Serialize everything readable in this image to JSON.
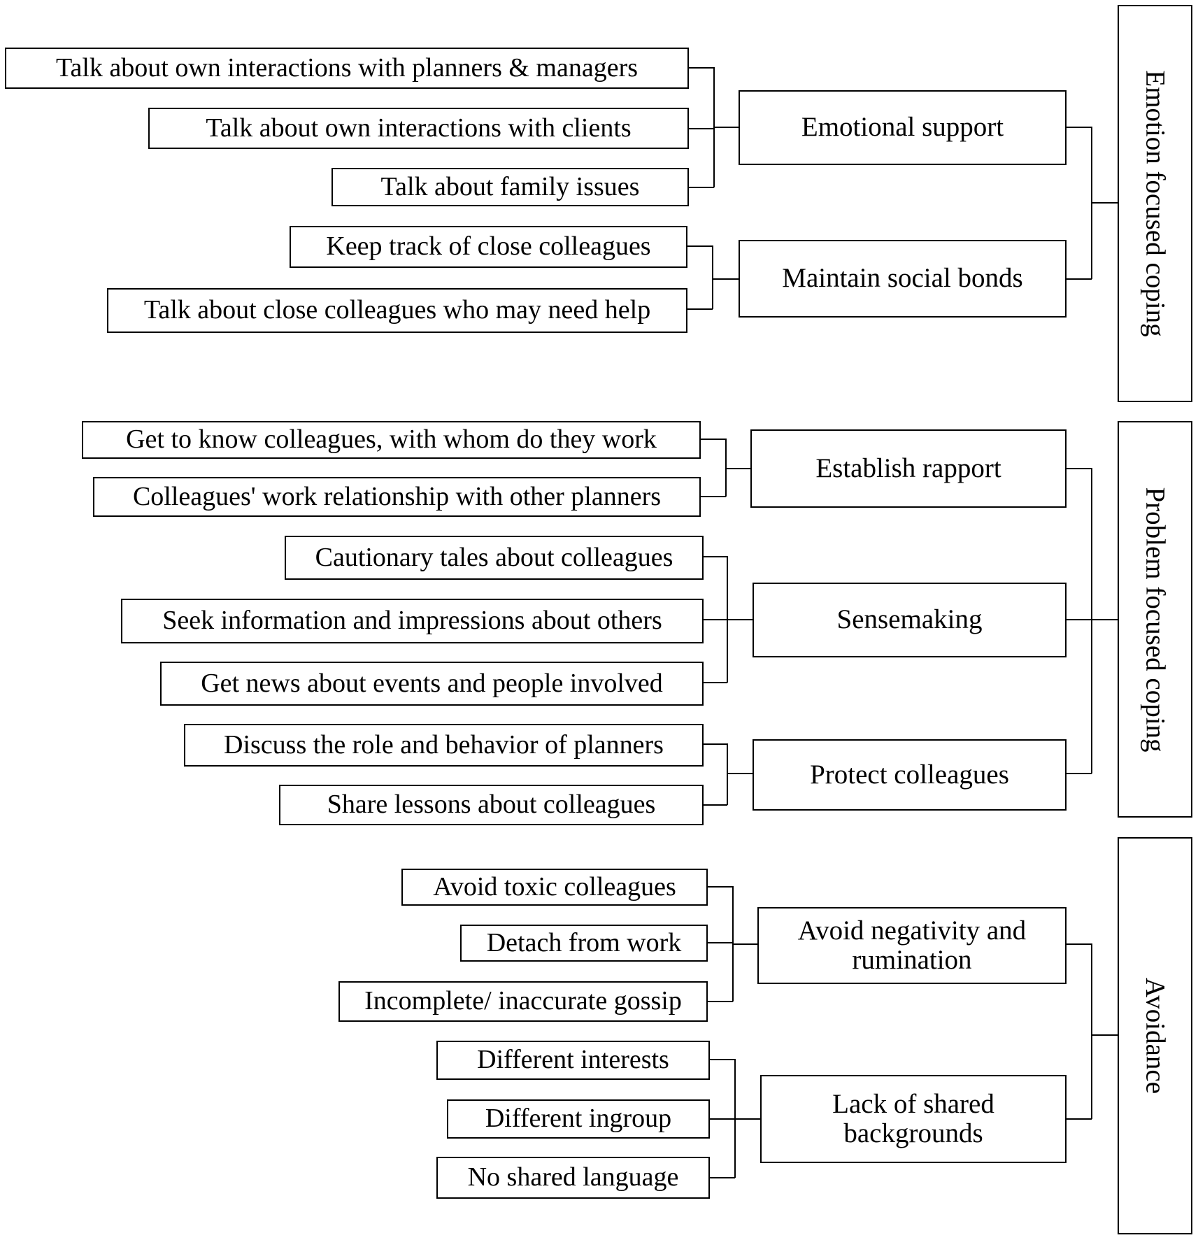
{
  "groups": {
    "emotion": {
      "label": "Emotion focused coping",
      "themes": {
        "emotional_support": {
          "label": "Emotional support",
          "codes": [
            "Talk about own interactions with planners & managers",
            "Talk about own interactions with clients",
            "Talk about family issues"
          ]
        },
        "social_bonds": {
          "label": "Maintain social bonds",
          "codes": [
            "Keep track of close colleagues",
            "Talk about close colleagues who may need help"
          ]
        }
      }
    },
    "problem": {
      "label": "Problem focused coping",
      "themes": {
        "rapport": {
          "label": "Establish rapport",
          "codes": [
            "Get to know colleagues, with whom do they work",
            "Colleagues' work relationship with other planners"
          ]
        },
        "sensemaking": {
          "label": "Sensemaking",
          "codes": [
            "Cautionary tales about colleagues",
            "Seek information and impressions about others",
            "Get news about events and people involved"
          ]
        },
        "protect": {
          "label": "Protect colleagues",
          "codes": [
            "Discuss the role and behavior of planners",
            "Share lessons about colleagues"
          ]
        }
      }
    },
    "avoidance": {
      "label": "Avoidance",
      "themes": {
        "negativity": {
          "label": "Avoid negativity and rumination",
          "codes": [
            "Avoid toxic colleagues",
            "Detach from work",
            "Incomplete/ inaccurate gossip"
          ]
        },
        "backgrounds": {
          "label": "Lack of shared backgrounds",
          "codes": [
            "Different interests",
            "Different ingroup",
            "No shared language"
          ]
        }
      }
    }
  }
}
